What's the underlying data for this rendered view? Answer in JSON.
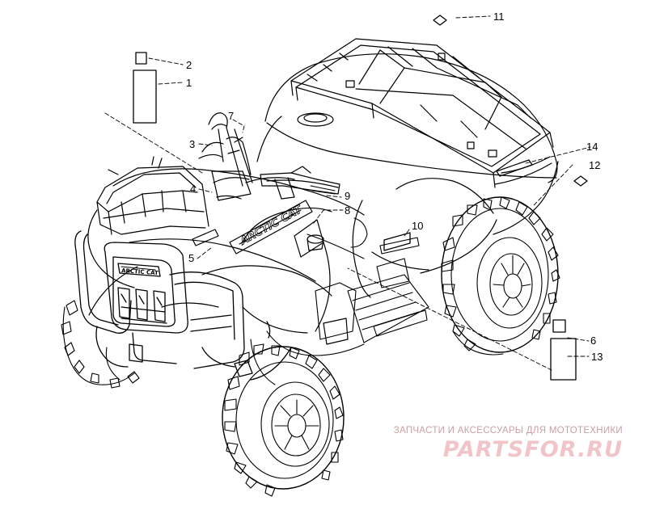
{
  "callouts": [
    "1",
    "2",
    "3",
    "4",
    "5",
    "6",
    "7",
    "8",
    "9",
    "10",
    "11",
    "12",
    "13",
    "14"
  ],
  "decal_text": {
    "hood": "ARCTIC CAT",
    "bumper": "ARCTIC CAT"
  },
  "watermark": {
    "caption": "ЗАПЧАСТИ И АКСЕССУАРЫ ДЛЯ МОТОТЕХНИКИ",
    "logo": "PARTSFOR.RU"
  },
  "colors": {
    "line": "#000000",
    "background": "#ffffff",
    "watermark_caption": "#c9a0a4",
    "watermark_logo": "#f0c4c8"
  }
}
